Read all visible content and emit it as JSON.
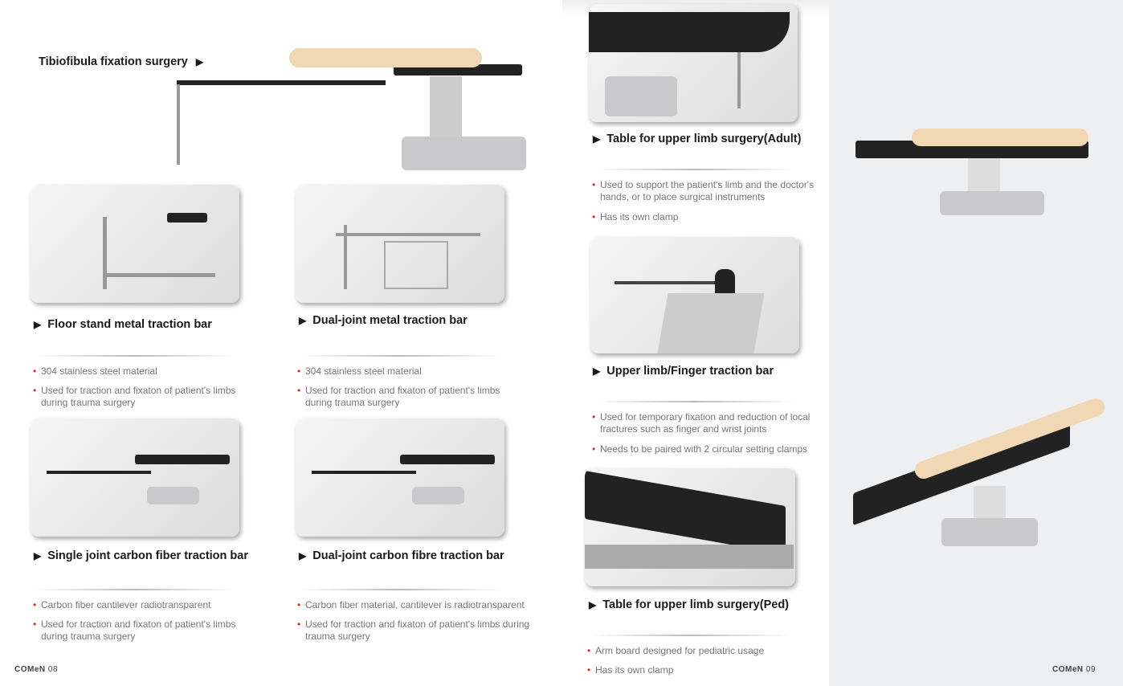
{
  "left_page": {
    "hero": {
      "title": "Tibiofibula fixation surgery",
      "arrow": "▶"
    },
    "products": [
      {
        "title": "Floor stand metal traction bar",
        "bullets": [
          "304 stainless steel material",
          "Used for traction and fixaton of patient's limbs during trauma surgery"
        ]
      },
      {
        "title": "Dual-joint metal traction bar",
        "bullets": [
          "304 stainless steel material",
          "Used for traction and fixaton of patient's limbs during trauma surgery"
        ]
      },
      {
        "title": "Single joint carbon fiber traction bar",
        "bullets": [
          "Carbon fiber cantilever radiotransparent",
          "Used for traction and fixaton of patient's limbs during trauma surgery"
        ]
      },
      {
        "title": "Dual-joint carbon fibre traction bar",
        "bullets": [
          "Carbon fiber material, cantilever is radiotransparent",
          "Used for traction and fixaton of patient's limbs during trauma surgery"
        ]
      }
    ],
    "footer": {
      "brand": "COMeN",
      "page": "08"
    }
  },
  "right_page": {
    "products": [
      {
        "title": "Table for upper limb surgery(Adult)",
        "bullets": [
          "Used to support the patient's limb and the doctor's hands, or to place surgical instruments",
          "Has its own clamp"
        ]
      },
      {
        "title": "Upper limb/Finger traction bar",
        "bullets": [
          "Used for temporary fixation  and reduction of local fractures such as finger and wrist joints",
          "Needs to be paired with 2 circular setting clamps"
        ]
      },
      {
        "title": "Table for upper limb surgery(Ped)",
        "bullets": [
          "Arm board designed for pediatric usage",
          "Has its own clamp"
        ]
      }
    ],
    "footer": {
      "brand": "COMeN",
      "page": "09"
    }
  },
  "colors": {
    "bullet": "#d0302e",
    "strip": "#eeeff1"
  }
}
